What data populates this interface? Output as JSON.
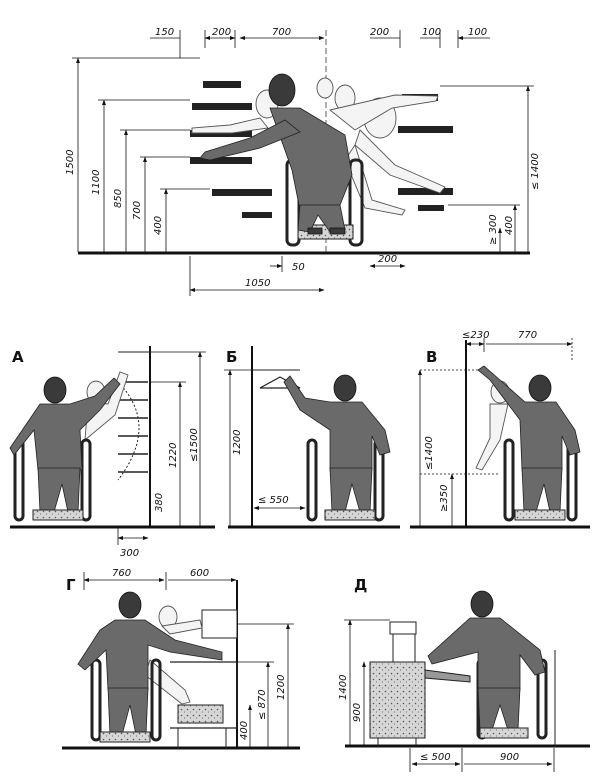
{
  "panels": {
    "a": "А",
    "b": "Б",
    "v": "В",
    "g": "Г",
    "d": "Д"
  },
  "top": {
    "top_dims": [
      "150",
      "200",
      "700",
      "200",
      "100",
      "100"
    ],
    "left_heights": [
      "1500",
      "1100",
      "850",
      "700",
      "400"
    ],
    "right_heights": [
      "≤ 1400",
      "≥ 300",
      "400"
    ],
    "bottom_dims": [
      "50",
      "200",
      "1050"
    ]
  },
  "panel_a": {
    "dims": [
      "1220",
      "≤1500",
      "380",
      "300"
    ]
  },
  "panel_b": {
    "dims": [
      "1200",
      "≤ 550"
    ]
  },
  "panel_v": {
    "dims": [
      "≤230",
      "770",
      "≤1400",
      "≥350"
    ]
  },
  "panel_g": {
    "dims": [
      "760",
      "600",
      "1200",
      "≤ 870",
      "400"
    ]
  },
  "panel_d": {
    "dims": [
      "1400",
      "900",
      "≤ 500",
      "900"
    ]
  }
}
